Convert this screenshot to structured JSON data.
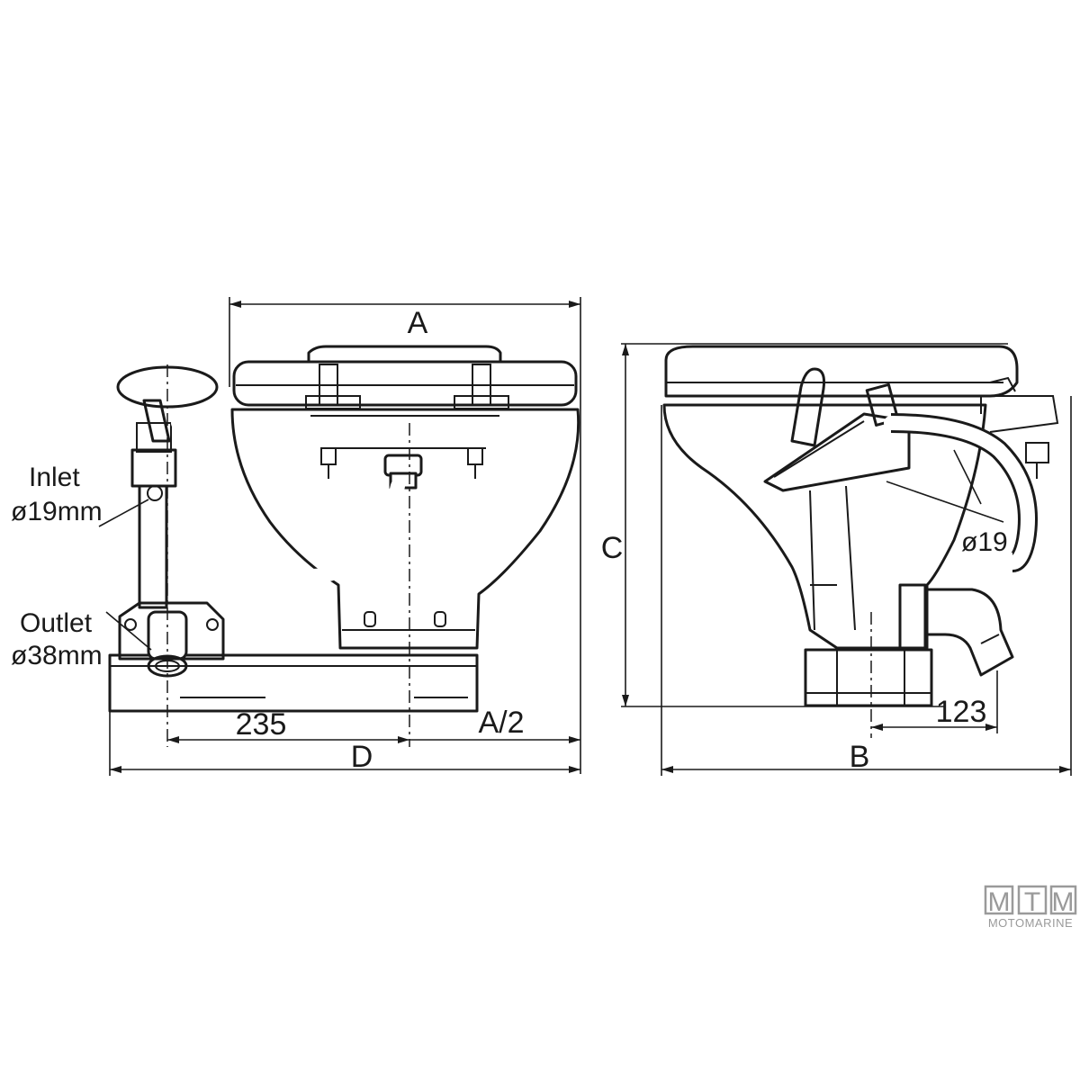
{
  "labels": {
    "inlet_title": "Inlet",
    "inlet_size": "ø19mm",
    "outlet_title": "Outlet",
    "outlet_size": "ø38mm",
    "dim_a": "A",
    "dim_a_half": "A/2",
    "dim_235": "235",
    "dim_d": "D",
    "dim_c": "C",
    "dim_b": "B",
    "dim_123": "123",
    "side_inlet": "ø19"
  },
  "logo": {
    "letters": [
      "M",
      "T",
      "M"
    ],
    "name": "MOTOMARINE"
  },
  "colors": {
    "line": "#1a1a1a",
    "logo": "#9a9a9a",
    "background": "#ffffff"
  }
}
